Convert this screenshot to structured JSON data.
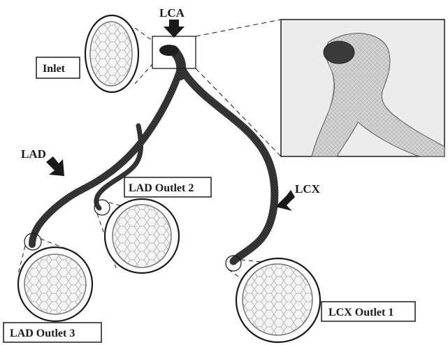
{
  "labels": {
    "lca": "LCA",
    "lad": "LAD",
    "lcx": "LCX",
    "inlet": "Inlet",
    "lad_outlet_2": "LAD Outlet 2",
    "lad_outlet_3": "LAD Outlet 3",
    "lcx_outlet_1": "LCX Outlet 1"
  },
  "colors": {
    "vessel": "#2b2b2b",
    "mesh_fill": "#f4f4f4",
    "mesh_lines": "#a8a8a8",
    "zoom_background": "#cfcfcf",
    "arrow": "#1a1a1a"
  }
}
